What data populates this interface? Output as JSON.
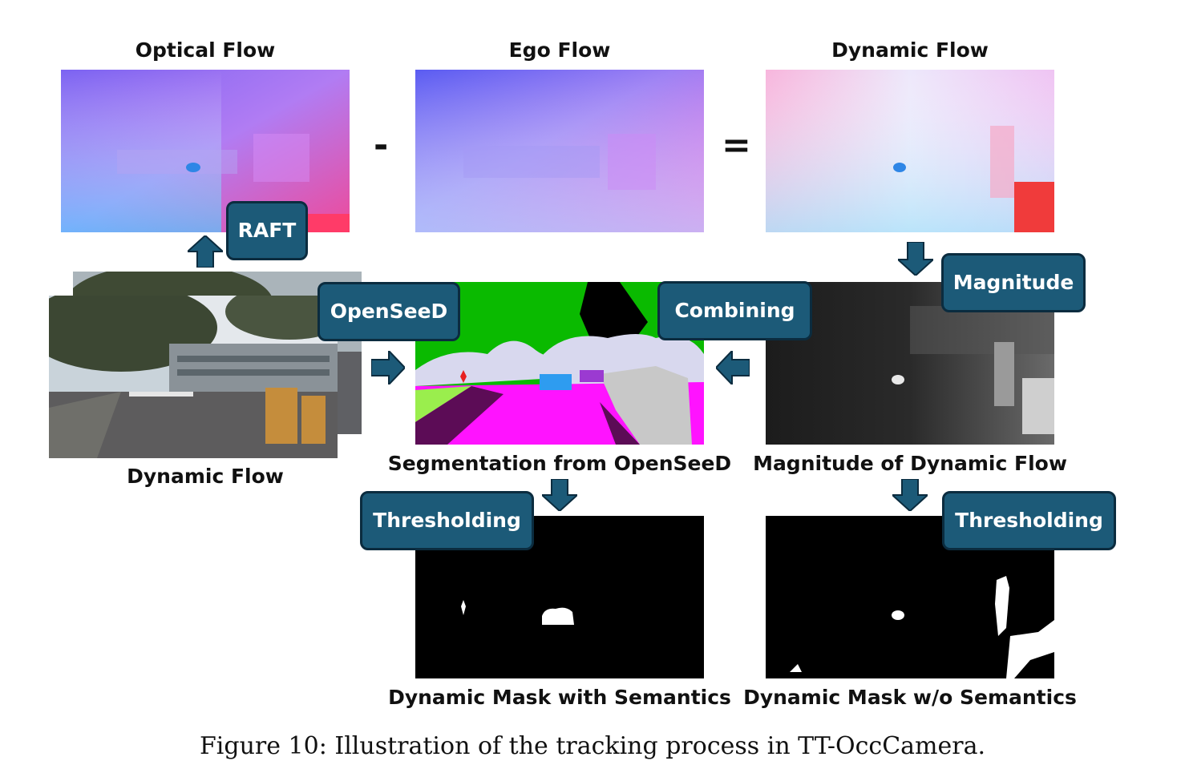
{
  "titles": {
    "optical_flow": "Optical Flow",
    "ego_flow": "Ego Flow",
    "dynamic_flow_top": "Dynamic Flow",
    "dynamic_flow_input": "Dynamic Flow",
    "segmentation": "Segmentation from OpenSeeD",
    "magnitude": "Magnitude of Dynamic Flow",
    "mask_with_semantics": "Dynamic Mask with Semantics",
    "mask_without_semantics": "Dynamic Mask w/o Semantics"
  },
  "operators": {
    "minus": "-",
    "equals": "="
  },
  "steps": {
    "raft": "RAFT",
    "openseed": "OpenSeeD",
    "combining": "Combining",
    "magnitude": "Magnitude",
    "threshold_left": "Thresholding",
    "threshold_right": "Thresholding"
  },
  "caption": "Figure 10: Illustration of the tracking process in TT-OccCamera.",
  "colors": {
    "box_fill": "#1c5a78",
    "box_border": "#0b2c3f",
    "arrow": "#1c5a78"
  }
}
